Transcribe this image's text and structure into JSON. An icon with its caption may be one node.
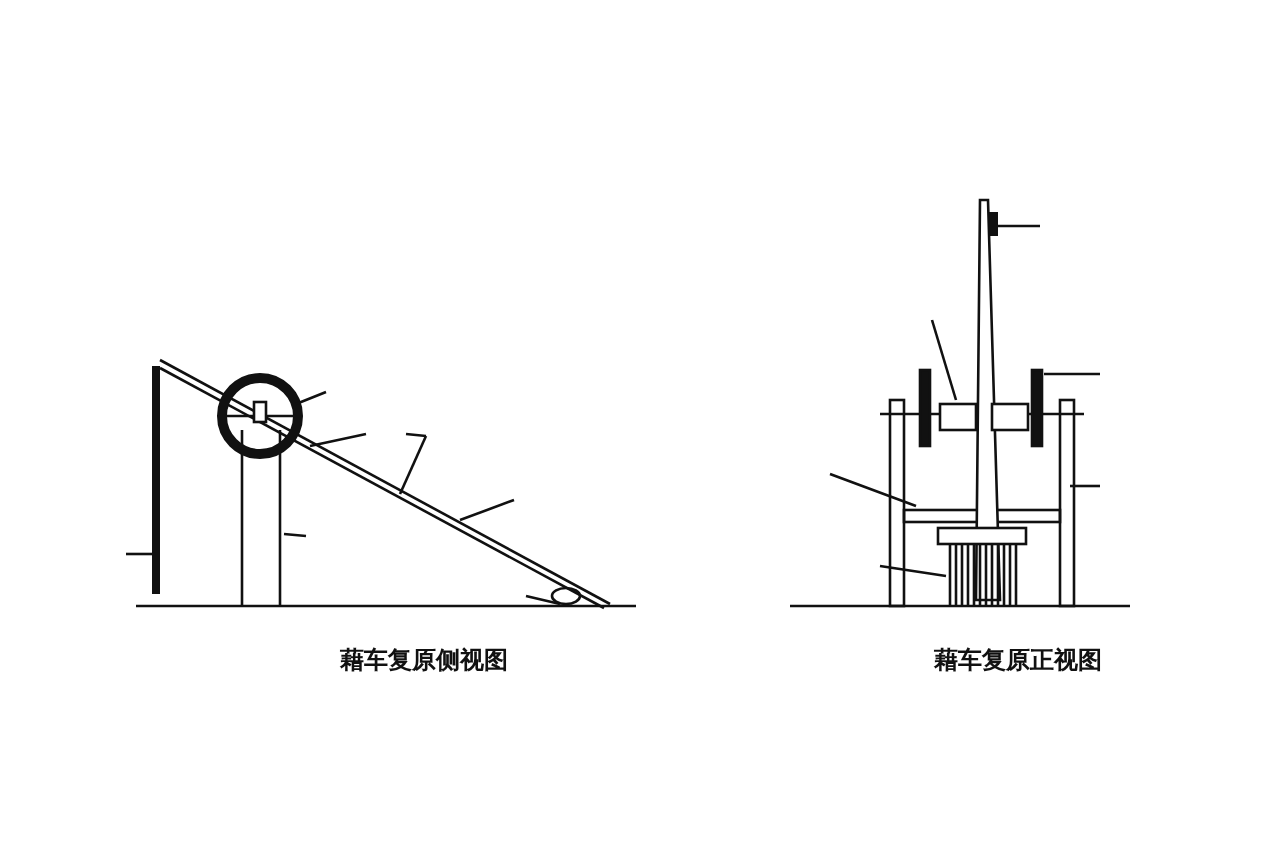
{
  "diagram": {
    "nodes": [
      {
        "text": [],
        "shape": "picture",
        "beside": [
          "藉车复原侧视图"
        ]
      },
      {
        "text": [],
        "shape": "picture",
        "beside": [
          "藉车复原正视图"
        ]
      }
    ]
  }
}
